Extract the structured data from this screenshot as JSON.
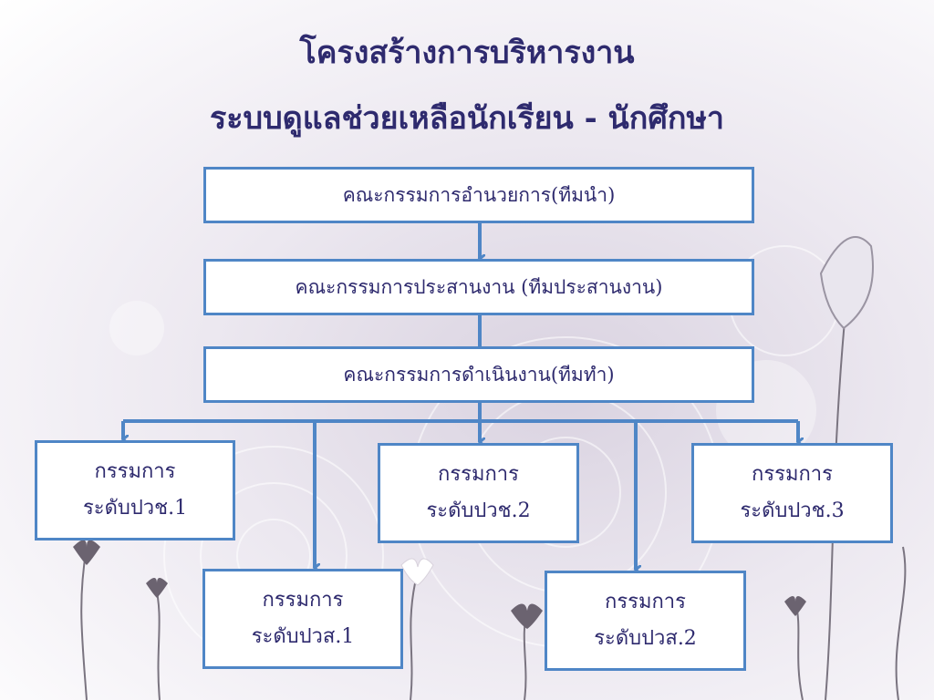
{
  "title": {
    "line1": "โครงสร้างการบริหารงาน",
    "line2": "ระบบดูแลช่วยเหลือนักเรียน - นักศึกษา"
  },
  "nodes": {
    "leadership": "คณะกรรมการอำนวยการ(ทีมนำ)",
    "coordination": "คณะกรรมการประสานงาน (ทีมประสานงาน)",
    "operations": "คณะกรรมการดำเนินงาน(ทีมทำ)",
    "pvc1": {
      "line1": "กรรมการ",
      "line2": "ระดับปวช.1"
    },
    "pvc2": {
      "line1": "กรรมการ",
      "line2": "ระดับปวช.2"
    },
    "pvc3": {
      "line1": "กรรมการ",
      "line2": "ระดับปวช.3"
    },
    "pvs1": {
      "line1": "กรรมการ",
      "line2": "ระดับปวส.1"
    },
    "pvs2": {
      "line1": "กรรมการ",
      "line2": "ระดับปวส.2"
    }
  },
  "colors": {
    "title": "#2e2a6e",
    "box_border": "#4f86c6",
    "connector": "#4f86c6"
  }
}
